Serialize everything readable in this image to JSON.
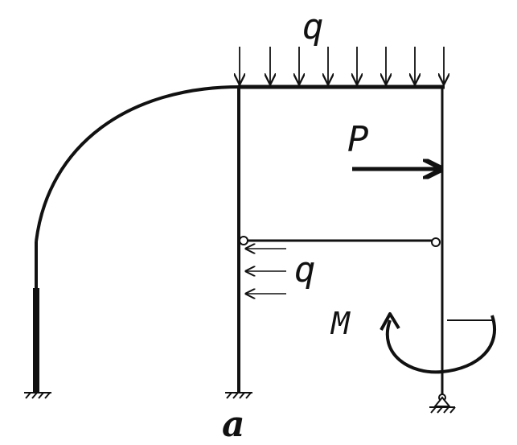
{
  "labels": {
    "distributed_load_top": "q",
    "point_force": "P",
    "distributed_load_side": "q",
    "moment": "M",
    "dimension": "a"
  },
  "colors": {
    "ink": "#111111",
    "background": "#ffffff"
  }
}
